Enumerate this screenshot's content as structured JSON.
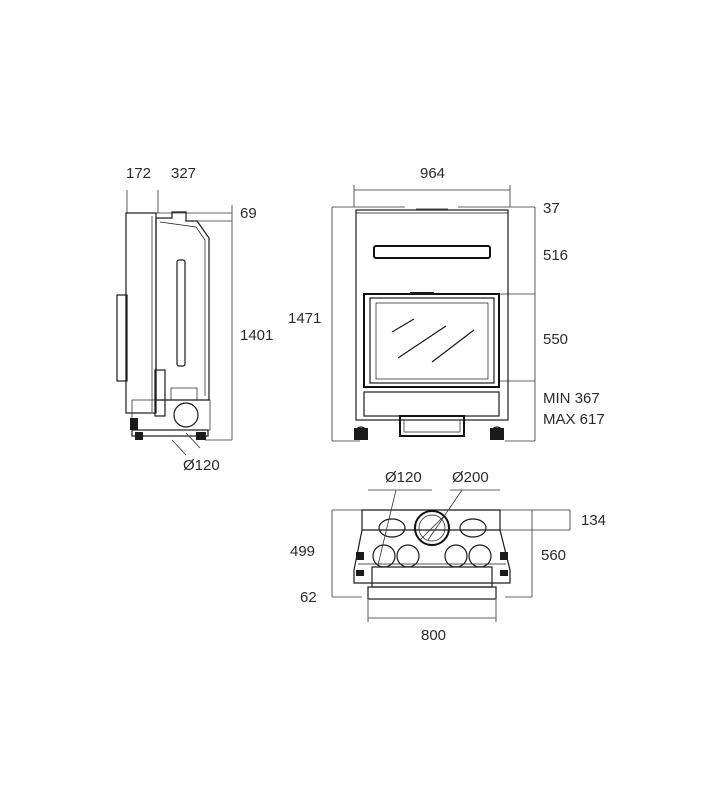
{
  "side_view": {
    "depth_front": "172",
    "depth_back": "327",
    "top_offset": "69",
    "height": "1401",
    "outlet_diameter": "Ø120"
  },
  "front_view": {
    "width": "964",
    "top_offset": "37",
    "upper_height": "516",
    "door_height": "550",
    "total_height": "1471",
    "legs_min": "MIN 367",
    "legs_max": "MAX 617"
  },
  "top_view": {
    "small_outlet": "Ø120",
    "main_outlet": "Ø200",
    "outlet_offset": "134",
    "depth_left": "499",
    "depth_right": "560",
    "front_offset": "62",
    "base_width": "800"
  }
}
